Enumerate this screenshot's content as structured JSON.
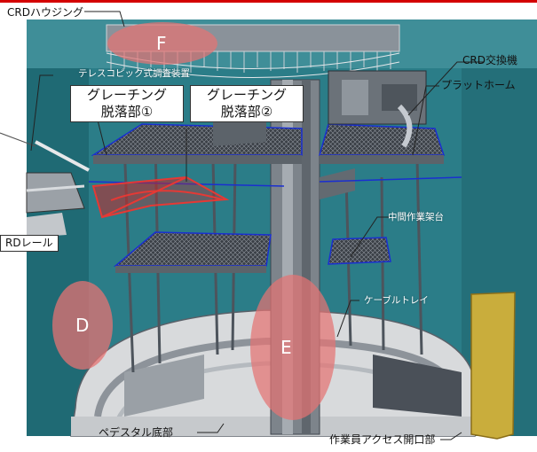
{
  "labels": {
    "crd_housing": "CRDハウジング",
    "telescopic": "テレスコピック式調査装置",
    "crd_exchanger": "CRD交換機",
    "platform": "プラットホーム",
    "middle_scaffold": "中間作業架台",
    "cable_tray": "ケーブルトレイ",
    "crd_rail": "RDレール",
    "pedestal_floor": "ペデスタル底部",
    "worker_access": "作業員アクセス開口部"
  },
  "grating": {
    "one_line1": "グレーチング",
    "one_line2": "脱落部①",
    "two_line1": "グレーチング",
    "two_line2": "脱落部②"
  },
  "zones": {
    "d": "D",
    "e": "E",
    "f": "F"
  },
  "colors": {
    "wall": "#2b7d88",
    "structure": "#7a8087",
    "highlight_ellipse": "#e57373",
    "grating_outline": "#e53935",
    "access_opening": "#c9ad3c",
    "accent_blue": "#1a2fd0",
    "top_rule": "#d40000"
  }
}
